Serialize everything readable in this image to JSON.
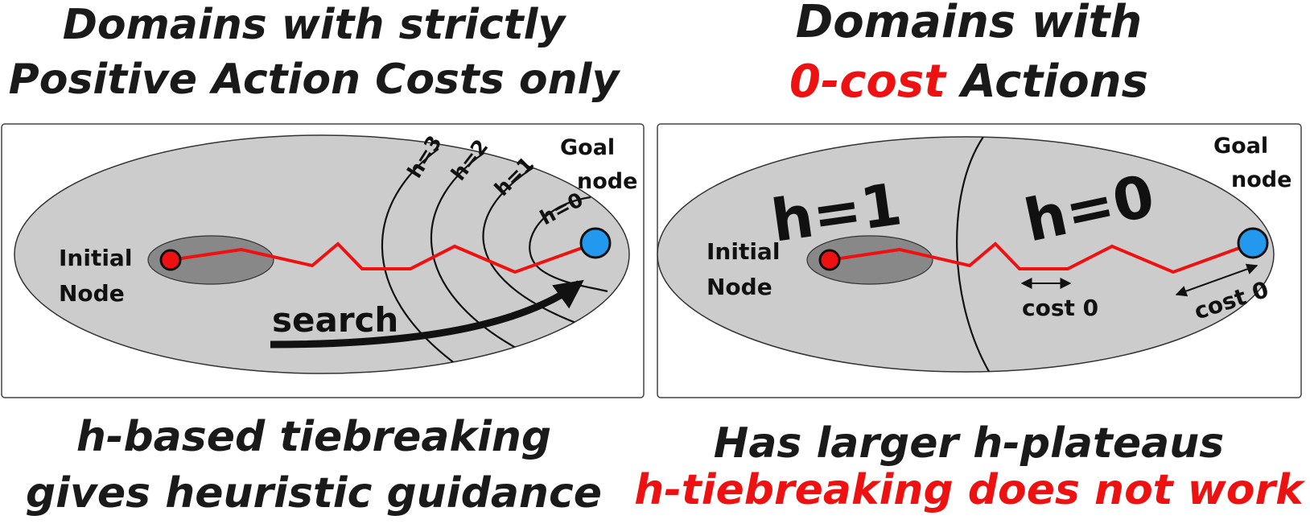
{
  "left": {
    "heading_line1": "Domains with strictly",
    "heading_line2": "Positive Action Costs only",
    "initial_label_1": "Initial",
    "initial_label_2": "Node",
    "goal_label_1": "Goal",
    "goal_label_2": "node",
    "contours": [
      "h=3",
      "h=2",
      "h=1",
      "h=0"
    ],
    "search_label": "search",
    "caption_line1": "h-based tiebreaking",
    "caption_line2": "gives heuristic guidance"
  },
  "right": {
    "heading_line1": "Domains with",
    "heading_line2_red": "0-cost",
    "heading_line2_rest": " Actions",
    "initial_label_1": "Initial",
    "initial_label_2": "Node",
    "goal_label_1": "Goal",
    "goal_label_2": "node",
    "region_h1": "h=1",
    "region_h0": "h=0",
    "cost_label_a": "cost 0",
    "cost_label_b": "cost 0",
    "caption_line1": "Has larger h-plateaus",
    "caption_line2": "h-tiebreaking does not work"
  },
  "colors": {
    "path": "#ee1111",
    "initial_node": "#ee1111",
    "goal_node": "#2299ee",
    "space": "#cccccc",
    "start_region": "#888888",
    "emphasis_text": "#ee1111"
  }
}
